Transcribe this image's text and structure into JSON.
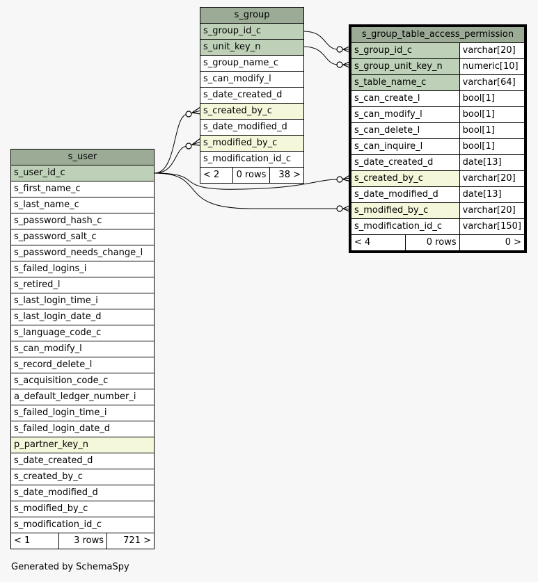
{
  "footer": "Generated by SchemaSpy",
  "s_group": {
    "title": "s_group",
    "columns": [
      {
        "name": "s_group_id_c",
        "kind": "pk"
      },
      {
        "name": "s_unit_key_n",
        "kind": "pk"
      },
      {
        "name": "s_group_name_c",
        "kind": ""
      },
      {
        "name": "s_can_modify_l",
        "kind": ""
      },
      {
        "name": "s_date_created_d",
        "kind": ""
      },
      {
        "name": "s_created_by_c",
        "kind": "fk"
      },
      {
        "name": "s_date_modified_d",
        "kind": ""
      },
      {
        "name": "s_modified_by_c",
        "kind": "fk"
      },
      {
        "name": "s_modification_id_c",
        "kind": ""
      }
    ],
    "footer": {
      "parents": "< 2",
      "rows": "0 rows",
      "children": "38 >"
    }
  },
  "s_user": {
    "title": "s_user",
    "columns": [
      {
        "name": "s_user_id_c",
        "kind": "pk"
      },
      {
        "name": "s_first_name_c",
        "kind": ""
      },
      {
        "name": "s_last_name_c",
        "kind": ""
      },
      {
        "name": "s_password_hash_c",
        "kind": ""
      },
      {
        "name": "s_password_salt_c",
        "kind": ""
      },
      {
        "name": "s_password_needs_change_l",
        "kind": ""
      },
      {
        "name": "s_failed_logins_i",
        "kind": ""
      },
      {
        "name": "s_retired_l",
        "kind": ""
      },
      {
        "name": "s_last_login_time_i",
        "kind": ""
      },
      {
        "name": "s_last_login_date_d",
        "kind": ""
      },
      {
        "name": "s_language_code_c",
        "kind": ""
      },
      {
        "name": "s_can_modify_l",
        "kind": ""
      },
      {
        "name": "s_record_delete_l",
        "kind": ""
      },
      {
        "name": "s_acquisition_code_c",
        "kind": ""
      },
      {
        "name": "a_default_ledger_number_i",
        "kind": ""
      },
      {
        "name": "s_failed_login_time_i",
        "kind": ""
      },
      {
        "name": "s_failed_login_date_d",
        "kind": ""
      },
      {
        "name": "p_partner_key_n",
        "kind": "fk"
      },
      {
        "name": "s_date_created_d",
        "kind": ""
      },
      {
        "name": "s_created_by_c",
        "kind": ""
      },
      {
        "name": "s_date_modified_d",
        "kind": ""
      },
      {
        "name": "s_modified_by_c",
        "kind": ""
      },
      {
        "name": "s_modification_id_c",
        "kind": ""
      }
    ],
    "footer": {
      "parents": "< 1",
      "rows": "3 rows",
      "children": "721 >"
    }
  },
  "s_group_table_access_permission": {
    "title": "s_group_table_access_permission",
    "columns": [
      {
        "name": "s_group_id_c",
        "type": "varchar[20]",
        "kind": "pk"
      },
      {
        "name": "s_group_unit_key_n",
        "type": "numeric[10]",
        "kind": "pk"
      },
      {
        "name": "s_table_name_c",
        "type": "varchar[64]",
        "kind": "pk"
      },
      {
        "name": "s_can_create_l",
        "type": "bool[1]",
        "kind": ""
      },
      {
        "name": "s_can_modify_l",
        "type": "bool[1]",
        "kind": ""
      },
      {
        "name": "s_can_delete_l",
        "type": "bool[1]",
        "kind": ""
      },
      {
        "name": "s_can_inquire_l",
        "type": "bool[1]",
        "kind": ""
      },
      {
        "name": "s_date_created_d",
        "type": "date[13]",
        "kind": ""
      },
      {
        "name": "s_created_by_c",
        "type": "varchar[20]",
        "kind": "fk"
      },
      {
        "name": "s_date_modified_d",
        "type": "date[13]",
        "kind": ""
      },
      {
        "name": "s_modified_by_c",
        "type": "varchar[20]",
        "kind": "fk"
      },
      {
        "name": "s_modification_id_c",
        "type": "varchar[150]",
        "kind": ""
      }
    ],
    "footer": {
      "parents": "< 4",
      "rows": "0 rows",
      "children": "0 >"
    }
  }
}
